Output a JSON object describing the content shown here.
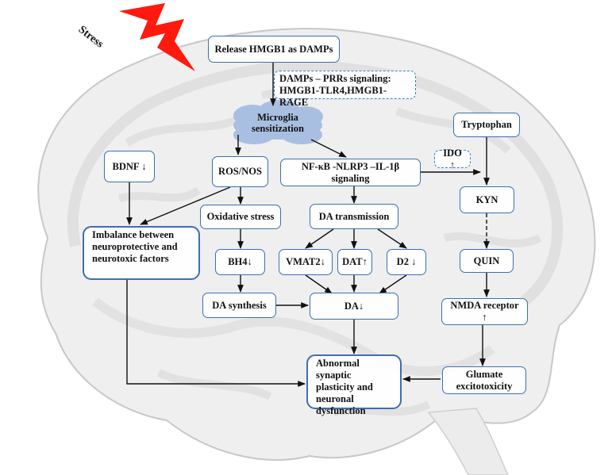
{
  "stress_label": "Stress",
  "nodes": {
    "hmgb1_release": "Release HMGB1 as DAMPs",
    "damps_prr_line1": "DAMPs – PRRs signaling:",
    "damps_prr_line2": "HMGB1-TLR4,HMGB1-RAGE",
    "microglia_line1": "Microglia",
    "microglia_line2": "sensitization",
    "bdnf": "BDNF ↓",
    "ros_nos": "ROS/NOS",
    "nfkb": "NF-κB -NLRP3 –IL-1β signaling",
    "ido": "IDO ↑",
    "tryptophan": "Tryptophan",
    "oxidative_stress": "Oxidative stress",
    "da_transmission": "DA transmission",
    "kyn": "KYN",
    "imbalance_line1": "Imbalance   between",
    "imbalance_line2": "neuroprotective and",
    "imbalance_line3": "neurotoxic factors",
    "bh4": "BH4↓",
    "vmat2": "VMAT2↓",
    "dat": "DAT↑",
    "d2": "D2 ↓",
    "quin": "QUIN",
    "da_synthesis": "DA synthesis",
    "da": "DA↓",
    "nmda": "NMDA receptor ↑",
    "abnormal_line1": "Abnormal      synaptic",
    "abnormal_line2": "plasticity            and",
    "abnormal_line3": "neuronal dysfunction",
    "glutamate_line1": "Glumate",
    "glutamate_line2": "excitotoxicity"
  },
  "colors": {
    "box_border": "#3d6fae",
    "dashed_border": "#2f7fc8",
    "cloud_fill": "#a9bfe2",
    "lightning": "#ff1a0d",
    "arrow": "#111111",
    "brain": "#c9c9c9"
  }
}
